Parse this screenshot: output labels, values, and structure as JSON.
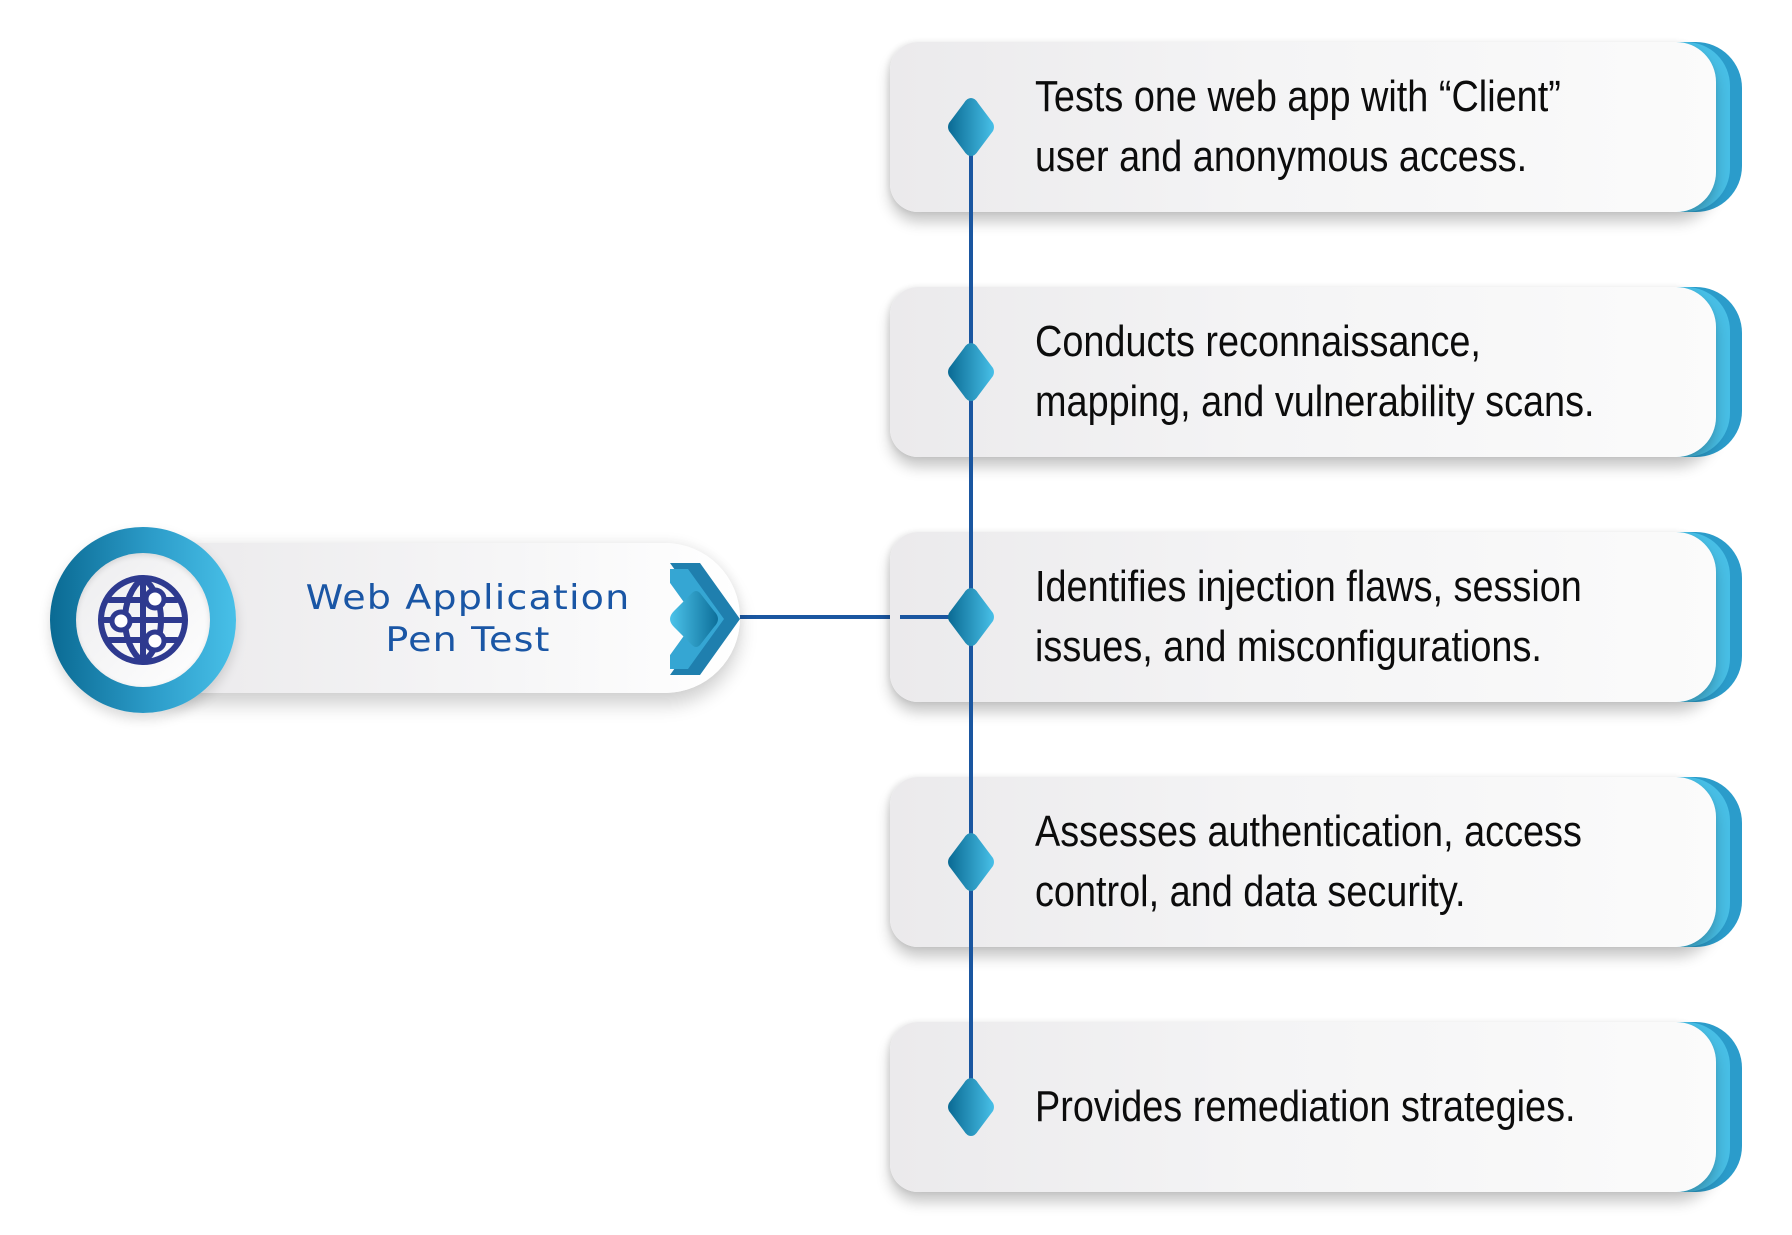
{
  "hub": {
    "title_line1": "Web Application",
    "title_line2": "Pen Test",
    "icon": "globe-network-icon"
  },
  "colors": {
    "title_blue": "#1a56a5",
    "timeline_line": "#1a56a0",
    "accent_dark": "#0a6a93",
    "accent_light": "#48c0e8",
    "globe_navy": "#2e3a8f",
    "card_text": "#0c0c0c"
  },
  "cards": [
    {
      "lines": [
        "Tests one web app with “Client”",
        "user and anonymous access."
      ]
    },
    {
      "lines": [
        "Conducts reconnaissance,",
        "mapping, and vulnerability scans."
      ]
    },
    {
      "lines": [
        "Identifies injection flaws, session",
        "issues, and misconfigurations."
      ]
    },
    {
      "lines": [
        "Assesses authentication, access",
        "control, and data security."
      ]
    },
    {
      "lines": [
        "Provides remediation strategies."
      ]
    }
  ]
}
